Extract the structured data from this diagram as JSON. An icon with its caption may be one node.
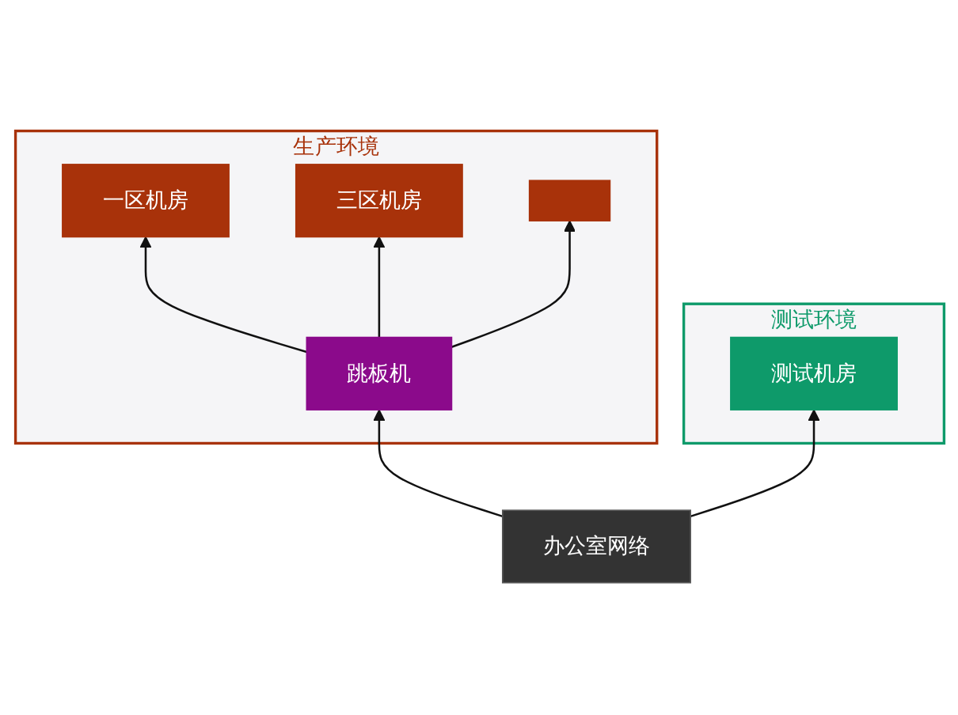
{
  "diagram": {
    "nodes": [
      {
        "text": [
          "测试环境"
        ]
      },
      {
        "text": [
          "测试机房"
        ],
        "in": 0
      },
      {
        "text": [
          "生产环境"
        ]
      },
      {
        "text": [
          "一区机房"
        ],
        "in": 2
      },
      {
        "text": [
          "三区机房"
        ],
        "in": 2
      },
      {
        "text": [],
        "shape": "box",
        "in": 2
      },
      {
        "text": [
          "跳板机"
        ],
        "in": 2
      },
      {
        "text": [
          "办公室网络"
        ]
      }
    ],
    "edges": [
      {
        "from": 7,
        "to": 1,
        "arrow": "to"
      },
      {
        "from": 7,
        "to": 6,
        "arrow": "to"
      },
      {
        "from": 6,
        "to": 3,
        "arrow": "to"
      },
      {
        "from": 6,
        "to": 4,
        "arrow": "to"
      },
      {
        "from": 6,
        "to": 5,
        "arrow": "to"
      }
    ]
  }
}
